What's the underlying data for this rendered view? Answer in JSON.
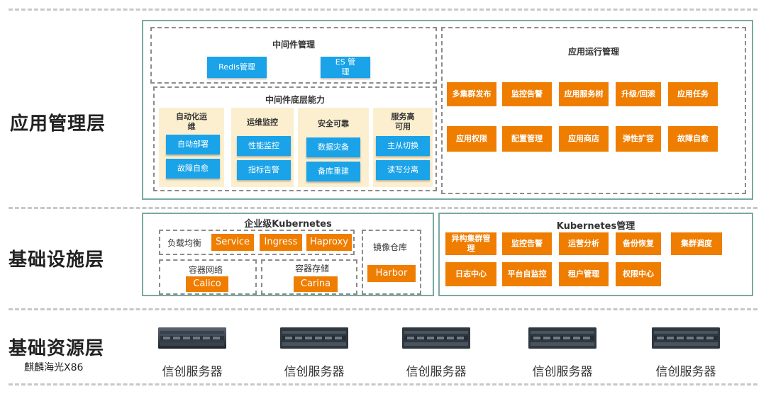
{
  "layers": {
    "app": "应用管理层",
    "infra": "基础设施层",
    "resource": "基础资源层",
    "resource_sub": "麒麟海光X86"
  },
  "middleware_mgmt": {
    "title": "中间件管理",
    "items": [
      "Redis管理",
      "ES 管\n理"
    ]
  },
  "middleware_base": {
    "title": "中间件底层能力",
    "groups": [
      {
        "title": "自动化运\n维",
        "items": [
          "自动部署",
          "故障自愈"
        ]
      },
      {
        "title": "运维监控",
        "items": [
          "性能监控",
          "指标告警"
        ]
      },
      {
        "title": "安全可靠",
        "items": [
          "数据灾备",
          "备库重建"
        ]
      },
      {
        "title": "服务高\n可用",
        "items": [
          "主从切换",
          "读写分离"
        ]
      }
    ]
  },
  "app_runtime": {
    "title": "应用运行管理",
    "row1": [
      "多集群发布",
      "监控告警",
      "应用服务树",
      "升级/回滚",
      "应用任务"
    ],
    "row2": [
      "应用权限",
      "配置管理",
      "应用商店",
      "弹性扩容",
      "故障自愈"
    ]
  },
  "k8s_enterprise": {
    "title": "企业级Kubernetes",
    "lb_label": "负载均衡",
    "lb_items": [
      "Service",
      "Ingress",
      "Haproxy"
    ],
    "net_label": "容器网络",
    "net_item": "Calico",
    "storage_label": "容器存储",
    "storage_item": "Carina",
    "registry_label": "镜像仓库",
    "registry_item": "Harbor"
  },
  "k8s_mgmt": {
    "title": "Kubernetes管理",
    "row1": [
      "异构集群管\n理",
      "监控告警",
      "运营分析",
      "备份恢复",
      "集群调度"
    ],
    "row2": [
      "日志中心",
      "平台自监控",
      "租户管理",
      "权限中心"
    ]
  },
  "servers": [
    "信创服务器",
    "信创服务器",
    "信创服务器",
    "信创服务器",
    "信创服务器"
  ],
  "colors": {
    "blue": "#1aa3e8",
    "orange": "#ef7d00",
    "cream": "#fbefcf",
    "panel_border": "#7aa9a2"
  }
}
